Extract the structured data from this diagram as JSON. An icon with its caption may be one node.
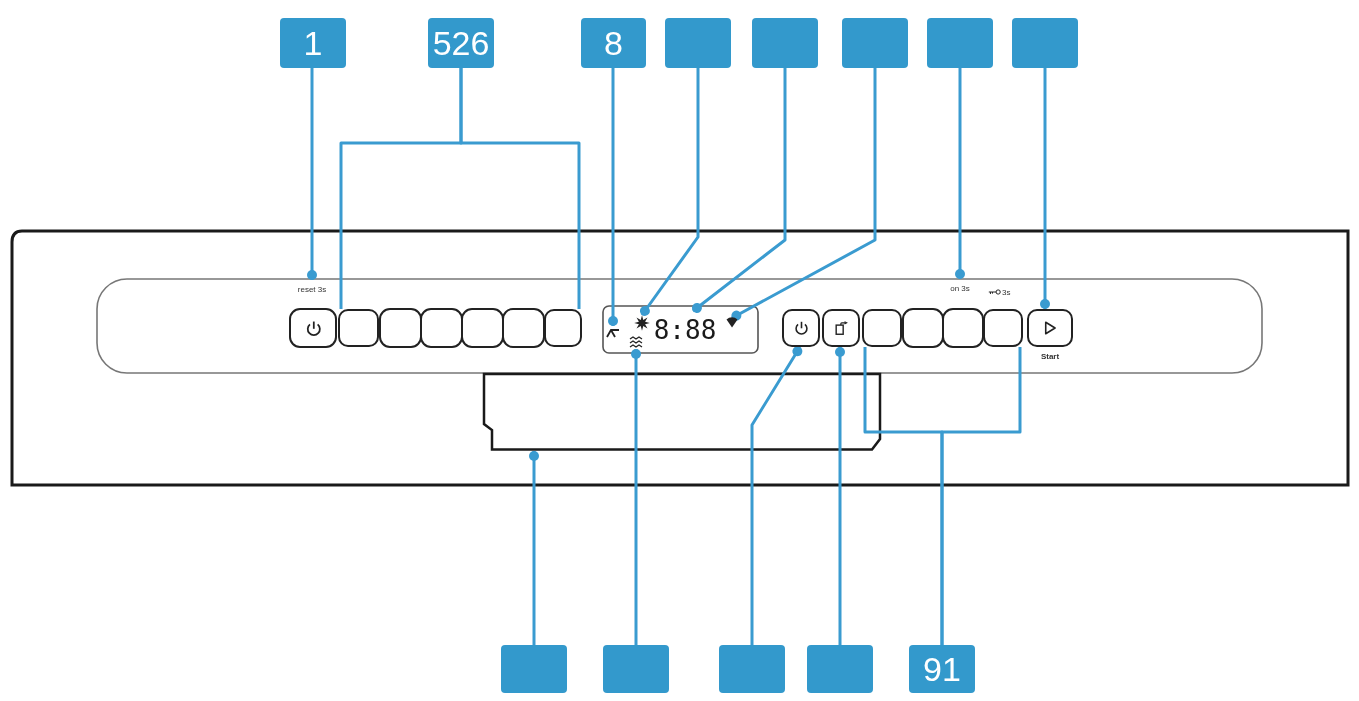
{
  "diagram": {
    "nodes": [
      {
        "text": [
          "1"
        ]
      },
      {
        "text": [
          "526"
        ]
      },
      {
        "text": [
          "8"
        ]
      },
      {
        "text": [],
        "shape": "box"
      },
      {
        "text": [],
        "shape": "box"
      },
      {
        "text": [],
        "shape": "box"
      },
      {
        "text": [],
        "shape": "box"
      },
      {
        "text": [],
        "shape": "box"
      },
      {
        "text": [],
        "shape": "box"
      },
      {
        "text": [],
        "shape": "box"
      },
      {
        "text": [],
        "shape": "box"
      },
      {
        "text": [],
        "shape": "box"
      },
      {
        "text": [
          "91"
        ]
      },
      {
        "text": [
          "reset 3s"
        ]
      },
      {
        "text": [],
        "shape": "box"
      },
      {
        "text": [],
        "shape": "box"
      },
      {
        "text": [],
        "shape": "picture"
      },
      {
        "text": [],
        "shape": "picture"
      },
      {
        "text": [
          "8:88"
        ]
      },
      {
        "text": [],
        "shape": "picture"
      },
      {
        "text": [
          "on 3s"
        ]
      },
      {
        "text": [],
        "shape": "box",
        "beside": [
          "Start"
        ]
      },
      {
        "text": [],
        "shape": "box"
      },
      {
        "text": [],
        "shape": "picture"
      },
      {
        "text": [],
        "shape": "box"
      },
      {
        "text": [],
        "shape": "box"
      },
      {
        "text": [],
        "shape": "box"
      },
      {
        "text": [],
        "shape": "box"
      }
    ],
    "edges": [
      {
        "from": 0,
        "to": 13,
        "arrow": "other"
      },
      {
        "from": 1,
        "to": 14,
        "arrow": "none"
      },
      {
        "from": 1,
        "to": 15,
        "arrow": "none"
      },
      {
        "from": 2,
        "to": 16,
        "arrow": "other"
      },
      {
        "from": 3,
        "to": 17,
        "arrow": "other"
      },
      {
        "from": 4,
        "to": 18,
        "arrow": "other"
      },
      {
        "from": 5,
        "to": 19,
        "arrow": "other"
      },
      {
        "from": 6,
        "to": 20,
        "arrow": "other"
      },
      {
        "from": 7,
        "to": 21,
        "arrow": "other"
      },
      {
        "from": 8,
        "to": 22,
        "arrow": "other"
      },
      {
        "from": 9,
        "to": 23,
        "arrow": "other"
      },
      {
        "from": 10,
        "to": 24,
        "arrow": "other"
      },
      {
        "from": 11,
        "to": 25,
        "arrow": "other"
      },
      {
        "from": 12,
        "to": 26,
        "arrow": "none"
      },
      {
        "from": 12,
        "to": 27,
        "arrow": "none"
      }
    ],
    "labels": [
      "3s"
    ]
  }
}
